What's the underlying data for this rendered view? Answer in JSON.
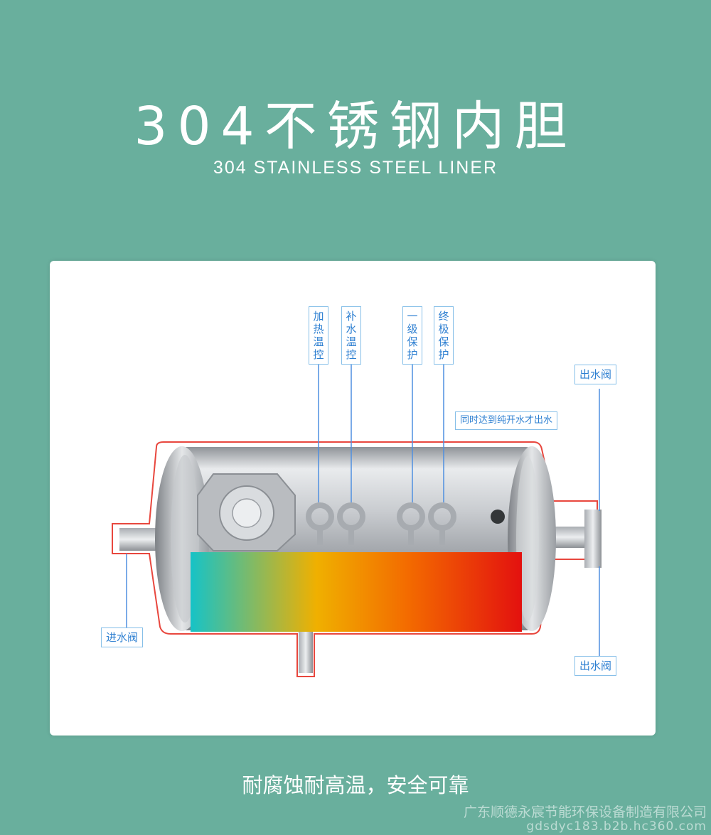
{
  "header": {
    "title": "304不锈钢内胆",
    "subtitle": "304 STAINLESS STEEL LINER"
  },
  "diagram": {
    "labels": {
      "heating_temp_control": "加热温控",
      "refill_temp_control": "补水温控",
      "first_protection": "一级保护",
      "final_protection": "终极保护",
      "outlet_valve_top": "出水阀",
      "outlet_valve_bottom": "出水阀",
      "inlet_valve": "进水阀",
      "boiling_note": "同时达到纯开水才出水"
    },
    "colors": {
      "outline": "#e8473e",
      "callout": "#2d7fd1",
      "gradient": [
        "#16c3c7",
        "#f0b000",
        "#f36a00",
        "#e3110f"
      ]
    }
  },
  "footer": {
    "tagline": "耐腐蚀耐高温，安全可靠",
    "watermark_company": "广东顺德永宸节能环保设备制造有限公司",
    "watermark_url": "gdsdyc183.b2b.hc360.com"
  }
}
